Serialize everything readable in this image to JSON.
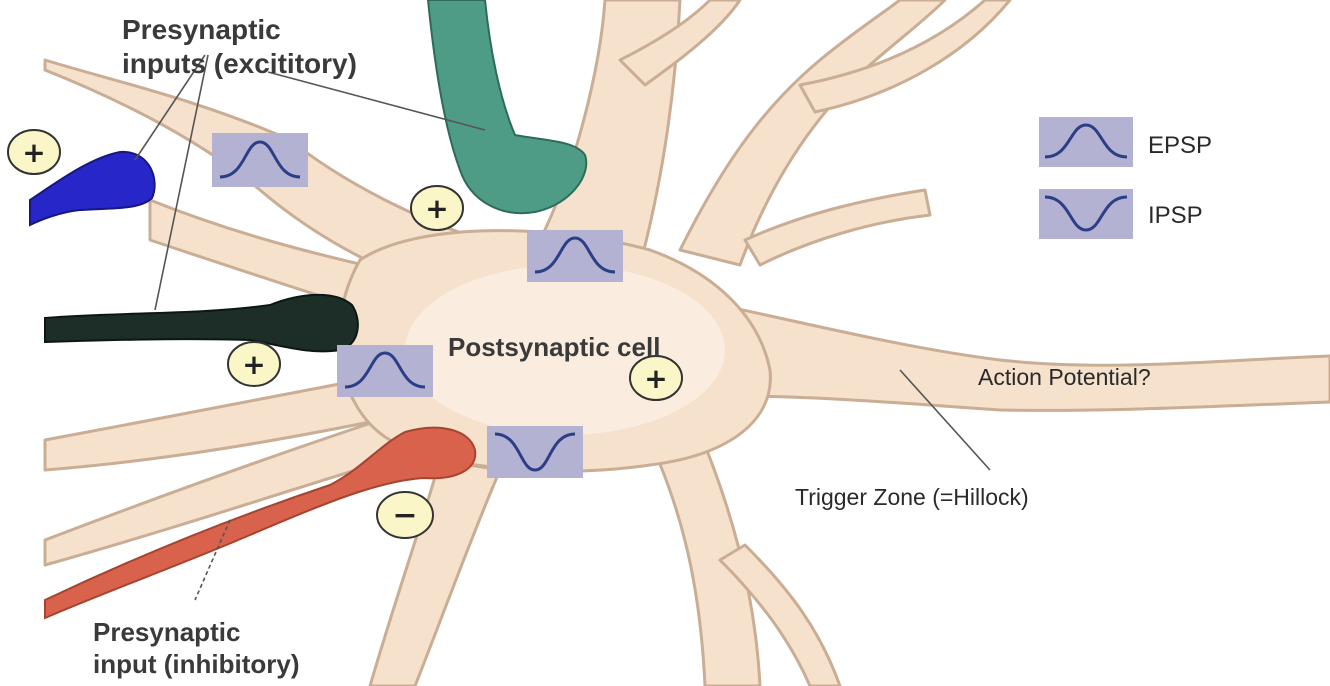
{
  "labels": {
    "excitatory_line1": "Presynaptic",
    "excitatory_line2": "inputs (excititory)",
    "inhibitory_line1": "Presynaptic",
    "inhibitory_line2": "input (inhibitory)",
    "postsynaptic": "Postsynaptic cell",
    "action_potential": "Action Potential?",
    "trigger_zone": "Trigger Zone (=Hillock)"
  },
  "legend": {
    "epsp": "EPSP",
    "ipsp": "IPSP"
  },
  "signs": {
    "plus": "+",
    "minus": "−"
  },
  "colors": {
    "cell": "#f6e1cd",
    "cell_outline": "#c9ad94",
    "terminal_blue": "#2727c9",
    "terminal_teal": "#4f9c86",
    "terminal_dark": "#1c2e27",
    "terminal_red": "#d9624d",
    "wave_box": "#b4b2d3",
    "wave_line": "#2c3f86",
    "sign_fill": "#fbf6c8"
  }
}
